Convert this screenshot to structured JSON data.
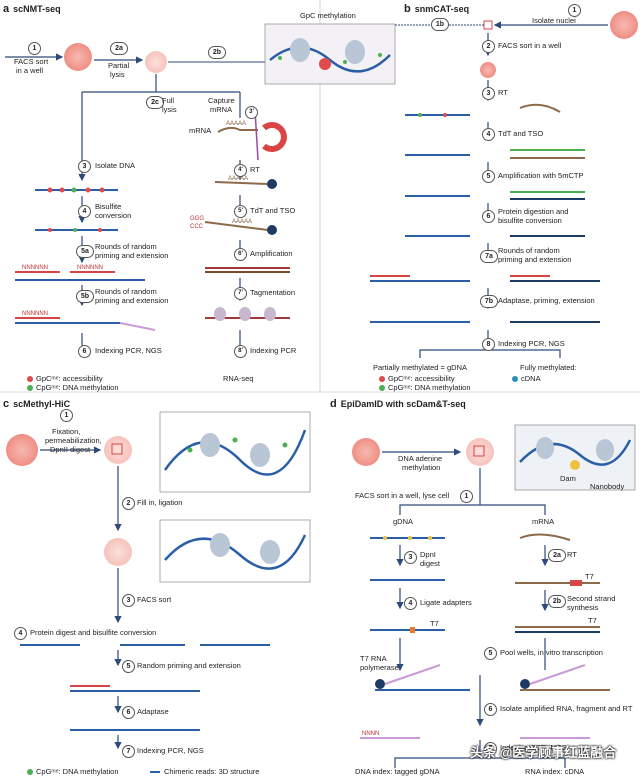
{
  "panels": {
    "a": {
      "letter": "a",
      "title": "scNMT-seq"
    },
    "b": {
      "letter": "b",
      "title": "snmCAT-seq"
    },
    "c": {
      "letter": "c",
      "title": "scMethyl-HiC"
    },
    "d": {
      "letter": "d",
      "title": "EpiDamID with scDam&T-seq"
    }
  },
  "a": {
    "s1": "1",
    "s1_l1": "FACS sort",
    "s1_l2": "in a well",
    "s2a": "2a",
    "s2a_l1": "Partial",
    "s2a_l2": "lysis",
    "s2b": "2b",
    "gpc": "GpC methylation",
    "s2c": "2c",
    "s2c_l1": "Full",
    "s2c_l2": "lysis",
    "cap1": "Capture",
    "cap2": "mRNA",
    "mrna": "mRNA",
    "s3": "3",
    "s3_l": "Isolate DNA",
    "s4": "4",
    "s4_l1": "Bisulfite",
    "s4_l2": "conversion",
    "s5a": "5a",
    "s5a_l1": "Rounds of random",
    "s5a_l2": "priming and extension",
    "s5b": "5b",
    "s5b_l1": "Rounds of random",
    "s5b_l2": "priming and extension",
    "s6": "6",
    "s6_l": "Indexing PCR, NGS",
    "leg1": "GpCᵐᵉ: accessibility",
    "leg2": "CpGᵐᵉ: DNA methylation",
    "s3p": "3'",
    "s4p": "4'",
    "s4p_l": "RT",
    "s5p": "5'",
    "s5p_l": "TdT and TSO",
    "s6p": "6'",
    "s6p_l": "Amplification",
    "s7p": "7'",
    "s7p_l": "Tagmentation",
    "s8p": "8'",
    "s8p_l": "Indexing PCR",
    "rnaseq": "RNA-seq",
    "nn": "NNNNNN",
    "ggg": "GGG",
    "ccc": "CCC",
    "aaaa": "AAAAA"
  },
  "b": {
    "s1": "1",
    "s1_l": "Isolate nuclei",
    "s1b": "1b",
    "s2": "2",
    "s2_l": "FACS sort in a well",
    "s3": "3",
    "s3_l": "RT",
    "s4": "4",
    "s4_l": "TdT and TSO",
    "s5": "5",
    "s5_l": "Amplification with 5mCTP",
    "s6": "6",
    "s6_l1": "Protein digestion and",
    "s6_l2": "bisulfite conversion",
    "s7a": "7a",
    "s7a_l1": "Rounds of random",
    "s7a_l2": "priming and extension",
    "s7b": "7b",
    "s7b_l": "Adaptase, priming, extension",
    "s8": "8",
    "s8_l": "Indexing PCR, NGS",
    "pm": "Partially methylated = gDNA",
    "fm1": "Fully methylated:",
    "fm2": "cDNA",
    "leg1": "GpCᵐᵉ: accessibility",
    "leg2": "CpGᵐᵉ: DNA methylation"
  },
  "c": {
    "s1": "1",
    "s1_l1": "Fixation,",
    "s1_l2": "permeabilization,",
    "s1_l3": "DpnII digest",
    "s2": "2",
    "s2_l": "Fill in, ligation",
    "s3": "3",
    "s3_l": "FACS sort",
    "s4": "4",
    "s4_l": "Protein digest and bisulfite conversion",
    "s5": "5",
    "s5_l": "Random priming and extension",
    "s6": "6",
    "s6_l": "Adaptase",
    "s7": "7",
    "s7_l": "Indexing PCR, NGS",
    "leg1": "CpGᵐᵉ: DNA methylation",
    "leg2": "Chimeric reads: 3D structure"
  },
  "d": {
    "dam1": "DNA adenine",
    "dam2": "methylation",
    "damlbl": "Dam",
    "nano": "Nanobody",
    "s1": "1",
    "s1_l": "FACS sort in a well, lyse cell",
    "gdna": "gDNA",
    "mrna": "mRNA",
    "s3": "3",
    "s3_l1": "DpnI",
    "s3_l2": "digest",
    "s2a": "2a",
    "s2a_l": "RT",
    "s4": "4",
    "s4_l": "Ligate adapters",
    "s2b": "2b",
    "s2b_l1": "Second strand",
    "s2b_l2": "synthesis",
    "t7": "T7",
    "t7rna1": "T7 RNA",
    "t7rna2": "polymerase",
    "s5": "5",
    "s5_l": "Pool wells, in vitro transcription",
    "s6": "6",
    "s6_l": "Isolate amplified RNA, fragment and RT",
    "s7": "7",
    "s7_l": "Indexing PCR, NGS",
    "out1": "DNA index: tagged gDNA",
    "out2": "RNA index: cDNA",
    "nn": "NNNN"
  },
  "watermark": "头条 @医学顾事红蓝融合"
}
